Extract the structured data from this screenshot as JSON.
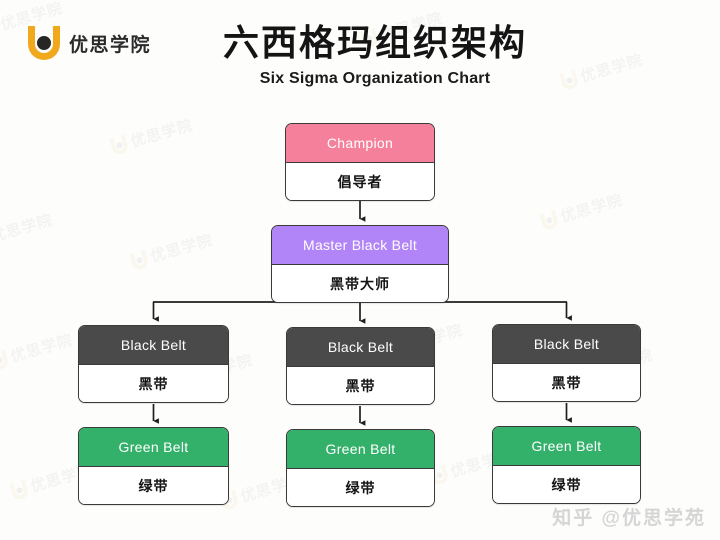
{
  "brand": {
    "logo_icon": "u-logo-icon",
    "name": "优思学院"
  },
  "header": {
    "title": "六西格玛组织架构",
    "subtitle": "Six Sigma Organization Chart"
  },
  "colors": {
    "champion": "#f5809b",
    "master_black_belt": "#b184f7",
    "black_belt": "#4a4a4a",
    "green_belt": "#33b069",
    "border": "#3a3a3a",
    "background": "#fdfdfc",
    "logo_amber": "#f0a81c",
    "watermark_gray": "#d5d5d5"
  },
  "chart_data": {
    "type": "diagram",
    "title": "六西格玛组织架构",
    "subtitle": "Six Sigma Organization Chart",
    "orientation": "top-down",
    "levels": [
      {
        "level": 1,
        "nodes": [
          {
            "id": "champion",
            "title_en": "Champion",
            "title_zh": "倡导者",
            "color": "#f5809b"
          }
        ]
      },
      {
        "level": 2,
        "nodes": [
          {
            "id": "master-black-belt",
            "title_en": "Master Black Belt",
            "title_zh": "黑带大师",
            "color": "#b184f7"
          }
        ]
      },
      {
        "level": 3,
        "nodes": [
          {
            "id": "black-belt-1",
            "title_en": "Black Belt",
            "title_zh": "黑带",
            "color": "#4a4a4a"
          },
          {
            "id": "black-belt-2",
            "title_en": "Black Belt",
            "title_zh": "黑带",
            "color": "#4a4a4a"
          },
          {
            "id": "black-belt-3",
            "title_en": "Black Belt",
            "title_zh": "黑带",
            "color": "#4a4a4a"
          }
        ]
      },
      {
        "level": 4,
        "nodes": [
          {
            "id": "green-belt-1",
            "title_en": "Green Belt",
            "title_zh": "绿带",
            "color": "#33b069"
          },
          {
            "id": "green-belt-2",
            "title_en": "Green Belt",
            "title_zh": "绿带",
            "color": "#33b069"
          },
          {
            "id": "green-belt-3",
            "title_en": "Green Belt",
            "title_zh": "绿带",
            "color": "#33b069"
          }
        ]
      }
    ],
    "edges": [
      {
        "from": "champion",
        "to": "master-black-belt"
      },
      {
        "from": "master-black-belt",
        "to": "black-belt-1"
      },
      {
        "from": "master-black-belt",
        "to": "black-belt-2"
      },
      {
        "from": "master-black-belt",
        "to": "black-belt-3"
      },
      {
        "from": "black-belt-1",
        "to": "green-belt-1"
      },
      {
        "from": "black-belt-2",
        "to": "green-belt-2"
      },
      {
        "from": "black-belt-3",
        "to": "green-belt-3"
      }
    ]
  },
  "nodes": {
    "champion": {
      "en": "Champion",
      "zh": "倡导者"
    },
    "mbb": {
      "en": "Master Black Belt",
      "zh": "黑带大师"
    },
    "bb1": {
      "en": "Black Belt",
      "zh": "黑带"
    },
    "bb2": {
      "en": "Black Belt",
      "zh": "黑带"
    },
    "bb3": {
      "en": "Black Belt",
      "zh": "黑带"
    },
    "gb1": {
      "en": "Green Belt",
      "zh": "绿带"
    },
    "gb2": {
      "en": "Green Belt",
      "zh": "绿带"
    },
    "gb3": {
      "en": "Green Belt",
      "zh": "绿带"
    }
  },
  "watermarks": {
    "corner": "知乎 @优思学苑",
    "tiled": "优思学院"
  }
}
